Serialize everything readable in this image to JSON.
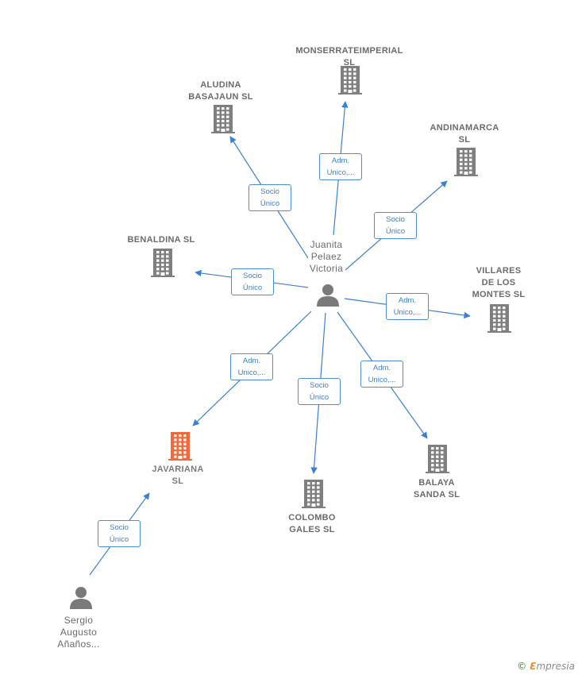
{
  "center_person": {
    "name_lines": [
      "Juanita",
      "Pelaez",
      "Victoria"
    ]
  },
  "secondary_person": {
    "name_lines": [
      "Sergio",
      "Augusto",
      "Añaños..."
    ]
  },
  "companies": [
    {
      "id": "monserrat",
      "name_lines": [
        "MONSERRATEIMPERIAL",
        "SL"
      ],
      "highlight": false
    },
    {
      "id": "aludina",
      "name_lines": [
        "ALUDINA",
        "BASAJAUN  SL"
      ],
      "highlight": false
    },
    {
      "id": "andinamarca",
      "name_lines": [
        "ANDINAMARCA",
        "SL"
      ],
      "highlight": false
    },
    {
      "id": "benaldina",
      "name_lines": [
        "BENALDINA  SL"
      ],
      "highlight": false
    },
    {
      "id": "villares",
      "name_lines": [
        "VILLARES",
        "DE LOS",
        "MONTES  SL"
      ],
      "highlight": false
    },
    {
      "id": "javariana",
      "name_lines": [
        "JAVARIANA",
        "SL"
      ],
      "highlight": true
    },
    {
      "id": "colombo",
      "name_lines": [
        "COLOMBO",
        "GALES  SL"
      ],
      "highlight": false
    },
    {
      "id": "balaya",
      "name_lines": [
        "BALAYA",
        "SANDA  SL"
      ],
      "highlight": false
    }
  ],
  "relations": [
    {
      "to": "monserrat",
      "label_lines": [
        "Adm.",
        "Unico,..."
      ]
    },
    {
      "to": "aludina",
      "label_lines": [
        "Socio",
        "Único"
      ]
    },
    {
      "to": "andinamarca",
      "label_lines": [
        "Socio",
        "Único"
      ]
    },
    {
      "to": "benaldina",
      "label_lines": [
        "Socio",
        "Único"
      ]
    },
    {
      "to": "villares",
      "label_lines": [
        "Adm.",
        "Unico,..."
      ]
    },
    {
      "to": "javariana",
      "label_lines": [
        "Adm.",
        "Unico,..."
      ]
    },
    {
      "to": "colombo",
      "label_lines": [
        "Socio",
        "Único"
      ]
    },
    {
      "to": "balaya",
      "label_lines": [
        "Adm.",
        "Unico,..."
      ]
    },
    {
      "from": "secondary",
      "to": "javariana",
      "label_lines": [
        "Socio",
        "Único"
      ]
    }
  ],
  "brand": {
    "copyright": "©",
    "e": "ℇ",
    "rest": "mpresia"
  },
  "colors": {
    "company": "#7f7f7f",
    "highlight": "#f26a3a",
    "person": "#7a7a7a",
    "edge": "#3a7fd6"
  }
}
